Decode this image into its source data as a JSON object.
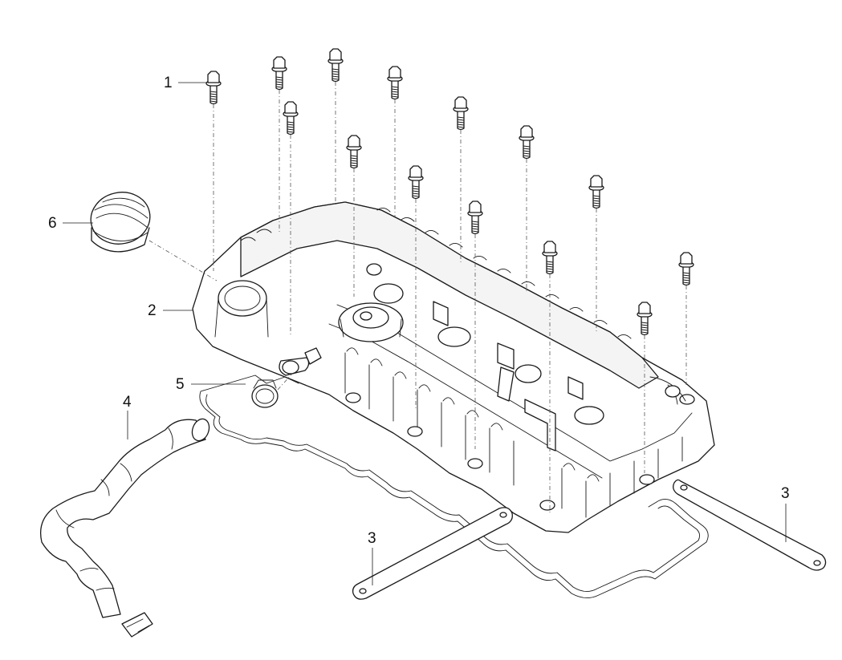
{
  "callouts": [
    {
      "id": "bolt",
      "label": "1"
    },
    {
      "id": "valve-cover",
      "label": "2"
    },
    {
      "id": "bracket-left",
      "label": "3"
    },
    {
      "id": "bracket-right",
      "label": "3"
    },
    {
      "id": "breather-hose",
      "label": "4"
    },
    {
      "id": "hose-clamp",
      "label": "5"
    },
    {
      "id": "oil-filler-cap",
      "label": "6"
    }
  ]
}
